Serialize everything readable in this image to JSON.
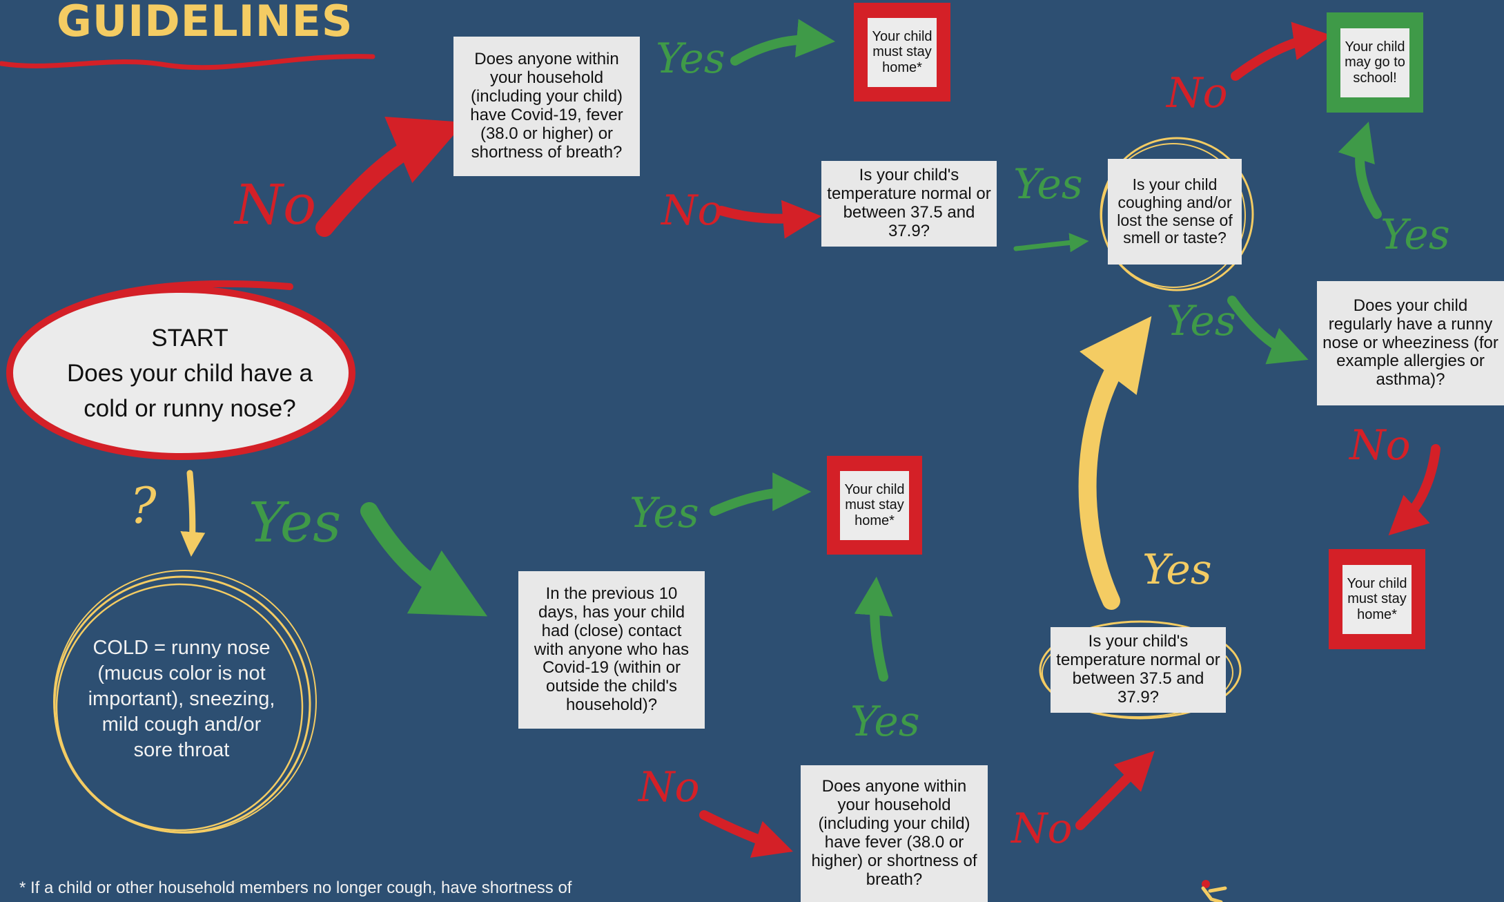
{
  "title": "GUIDELINES",
  "start": {
    "label": "START",
    "question": "Does your child have a cold or runny nose?"
  },
  "cold_note": "COLD = runny nose (mucus color is not important), sneezing, mild cough and/or sore throat",
  "question_mark": "?",
  "nodes": {
    "household_covid": "Does anyone within your household (including your child) have Covid-19, fever (38.0 or higher) or shortness of breath?",
    "stay_home_top": "Your child must stay home*",
    "temp_top": "Is your child's temperature normal or between 37.5 and 37.9?",
    "cough_smell": "Is your child coughing and/or lost the sense of smell or taste?",
    "may_go_school": "Your child may go to school!",
    "runny_allergy": "Does your child regularly have a runny nose or wheeziness (for example allergies or asthma)?",
    "stay_home_right": "Your child must stay home*",
    "contact_10_days": "In the previous 10 days, has your child had (close) contact with anyone who has Covid-19 (within or outside the child's household)?",
    "stay_home_mid": "Your child must stay home*",
    "household_fever": "Does anyone within your household (including your child) have fever (38.0 or higher) or shortness of breath?",
    "temp_bottom": "Is your child's temperature normal or between 37.5 and 37.9?"
  },
  "labels": {
    "yes": "Yes",
    "no": "No"
  },
  "footnote": "* If a child or other household members no longer cough, have shortness of",
  "colors": {
    "background": "#2d4f72",
    "red": "#d42027",
    "green": "#3f9a48",
    "yellow": "#f4cc63",
    "box": "#e8e8e8"
  }
}
